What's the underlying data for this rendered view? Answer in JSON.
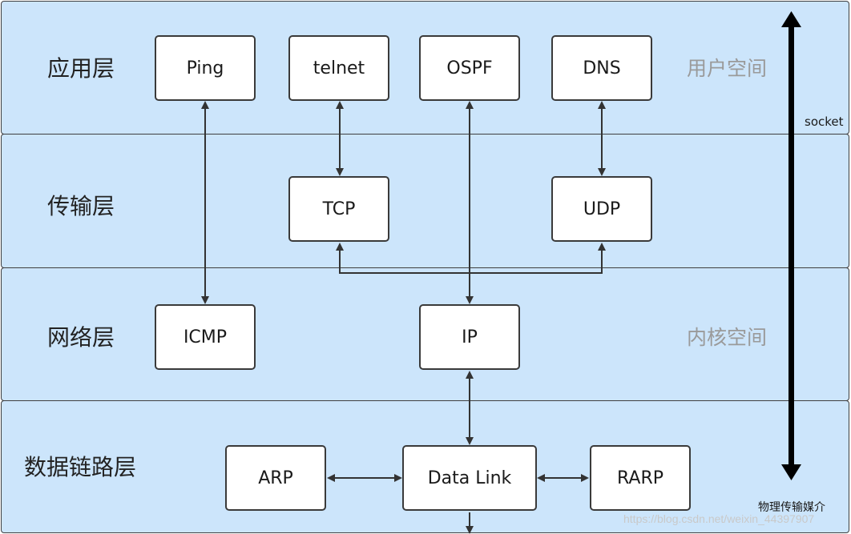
{
  "layers": {
    "application": "应用层",
    "transport": "传输层",
    "network": "网络层",
    "datalink": "数据链路层"
  },
  "boxes": {
    "ping": "Ping",
    "telnet": "telnet",
    "ospf": "OSPF",
    "dns": "DNS",
    "tcp": "TCP",
    "udp": "UDP",
    "icmp": "ICMP",
    "ip": "IP",
    "arp": "ARP",
    "datalink": "Data Link",
    "rarp": "RARP"
  },
  "notes": {
    "user_space": "用户空间",
    "kernel_space": "内核空间",
    "socket": "socket",
    "physical_medium": "物理传输媒介",
    "watermark": "https://blog.csdn.net/weixin_44397907"
  }
}
